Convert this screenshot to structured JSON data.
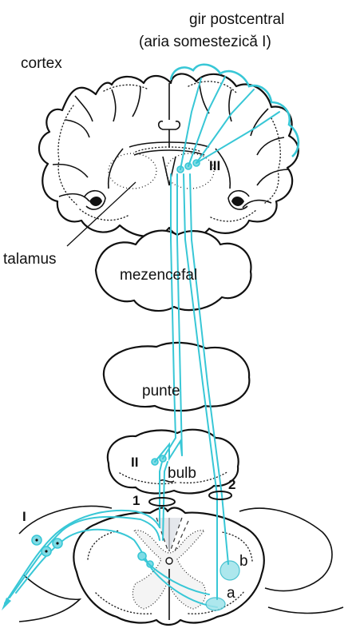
{
  "labels": {
    "gyrus_line1": "gir postcentral",
    "gyrus_line2": "(aria somestezică I)",
    "cortex": "cortex",
    "thalamus": "talamus",
    "midbrain": "mezencefal",
    "pons": "punte",
    "medulla": "bulb",
    "neuron_I": "I",
    "neuron_II": "II",
    "neuron_III": "III",
    "marker_1": "1",
    "marker_2": "2",
    "marker_a": "a",
    "marker_b": "b"
  },
  "colors": {
    "tract": "#38c7d6",
    "outline": "#111111",
    "stipple": "#222222"
  }
}
